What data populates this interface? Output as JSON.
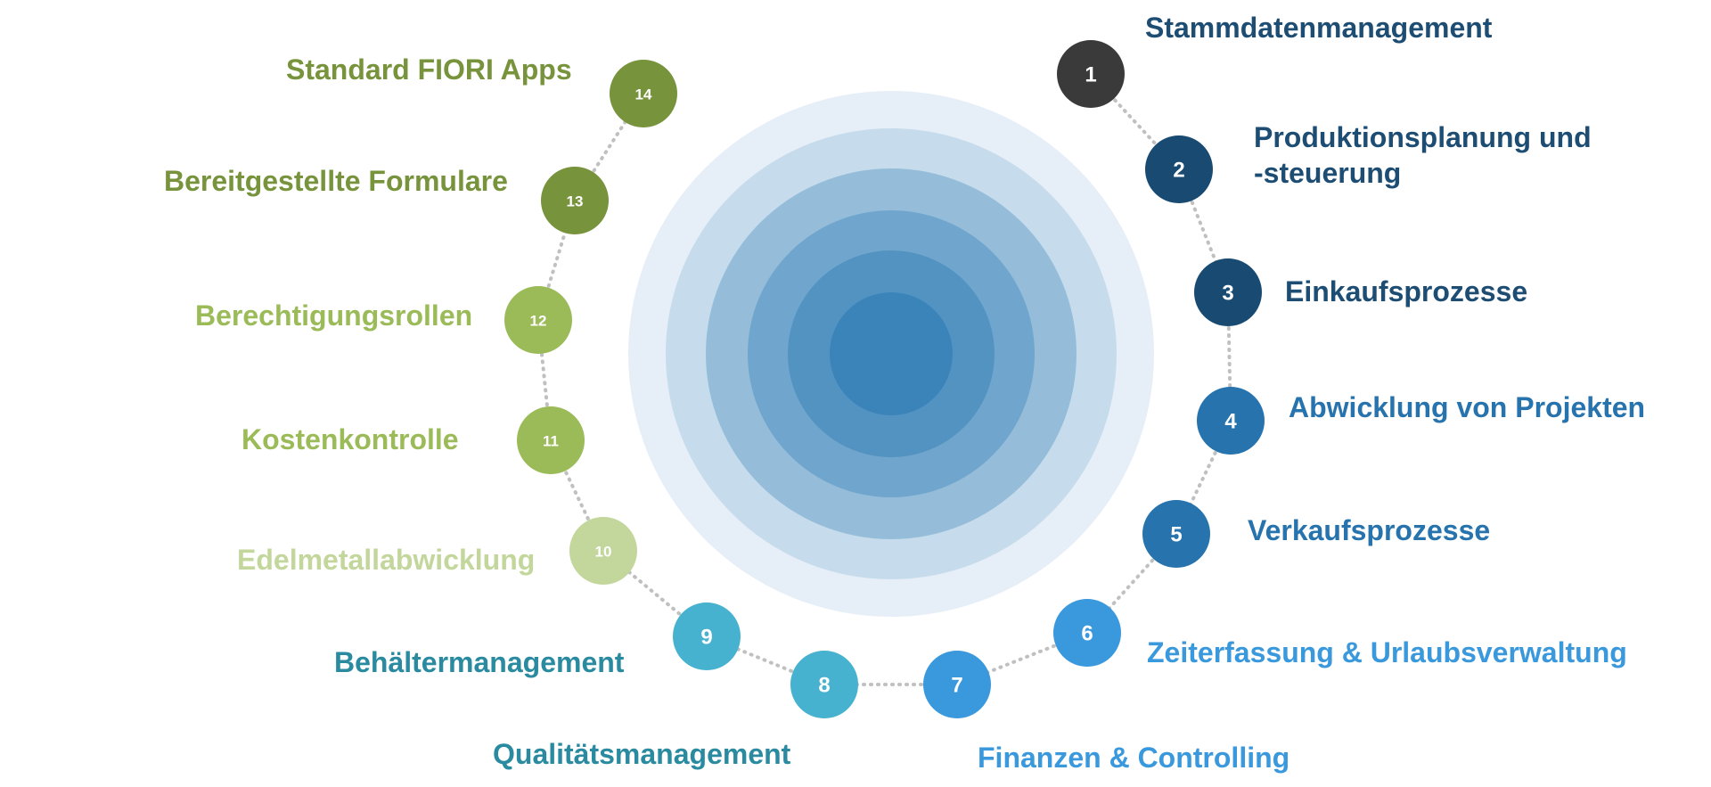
{
  "steps": [
    {
      "number": "1",
      "label": "Stammdatenmanagement",
      "color": "#3a3a3a",
      "text_color": "#1e4d73"
    },
    {
      "number": "2",
      "label": "Produktionsplanung und\n-steuerung",
      "color": "#184a72",
      "text_color": "#1e4d73"
    },
    {
      "number": "3",
      "label": "Einkaufsprozesse",
      "color": "#184a72",
      "text_color": "#1e4d73"
    },
    {
      "number": "4",
      "label": "Abwicklung von Projekten",
      "color": "#2673ad",
      "text_color": "#2673ad"
    },
    {
      "number": "5",
      "label": "Verkaufsprozesse",
      "color": "#2673ad",
      "text_color": "#2673ad"
    },
    {
      "number": "6",
      "label": "Zeiterfassung & Urlaubsverwaltung",
      "color": "#3a98dc",
      "text_color": "#3a98dc"
    },
    {
      "number": "7",
      "label": "Finanzen & Controlling",
      "color": "#3a98dc",
      "text_color": "#3a98dc"
    },
    {
      "number": "8",
      "label": "Qualitätsmanagement",
      "color": "#46b2cf",
      "text_color": "#2a8aa0"
    },
    {
      "number": "9",
      "label": "Behältermanagement",
      "color": "#46b2cf",
      "text_color": "#2a8aa0"
    },
    {
      "number": "10",
      "label": "Edelmetallabwicklung",
      "color": "#c3d69b",
      "text_color": "#c3d69b"
    },
    {
      "number": "11",
      "label": "Kostenkontrolle",
      "color": "#9bbb59",
      "text_color": "#9bbb59"
    },
    {
      "number": "12",
      "label": "Berechtigungsrollen",
      "color": "#9bbb59",
      "text_color": "#9bbb59"
    },
    {
      "number": "13",
      "label": "Bereitgestellte Formulare",
      "color": "#77933c",
      "text_color": "#77933c"
    },
    {
      "number": "14",
      "label": "Standard FIORI Apps",
      "color": "#77933c",
      "text_color": "#77933c"
    }
  ],
  "rings": [
    "#e6eef7",
    "#c6dcec",
    "#95bdd9",
    "#70a6cd",
    "#5393c2",
    "#3a84ba"
  ],
  "connector_color": "#c0c0c0"
}
